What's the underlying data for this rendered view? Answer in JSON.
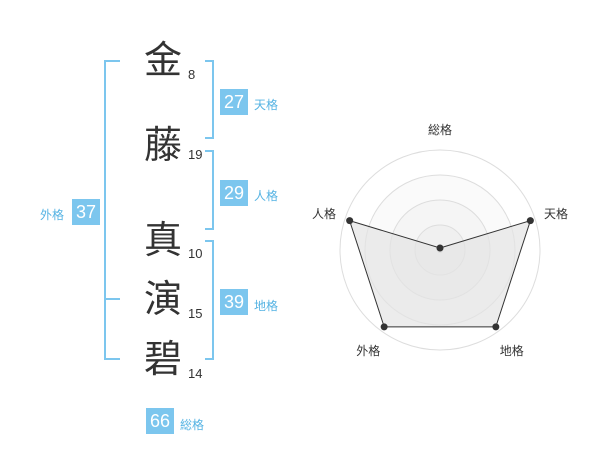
{
  "name": {
    "chars": [
      {
        "char": "金",
        "strokes": "8"
      },
      {
        "char": "藤",
        "strokes": "19"
      },
      {
        "char": "真",
        "strokes": "10"
      },
      {
        "char": "演",
        "strokes": "15"
      },
      {
        "char": "碧",
        "strokes": "14"
      }
    ]
  },
  "kakusu": {
    "tenkaku": {
      "value": "27",
      "label": "天格"
    },
    "jinkaku": {
      "value": "29",
      "label": "人格"
    },
    "chikaku": {
      "value": "39",
      "label": "地格"
    },
    "gaikaku": {
      "value": "37",
      "label": "外格"
    },
    "soukaku": {
      "value": "66",
      "label": "総格"
    }
  },
  "chart_data": {
    "type": "radar",
    "axes": [
      "総格",
      "天格",
      "地格",
      "外格",
      "人格"
    ],
    "values": [
      0.02,
      0.95,
      0.95,
      0.95,
      0.95
    ],
    "rings": 4,
    "color_line": "#333333",
    "color_fill": "#e4e4e4",
    "color_grid": "#dddddd"
  }
}
